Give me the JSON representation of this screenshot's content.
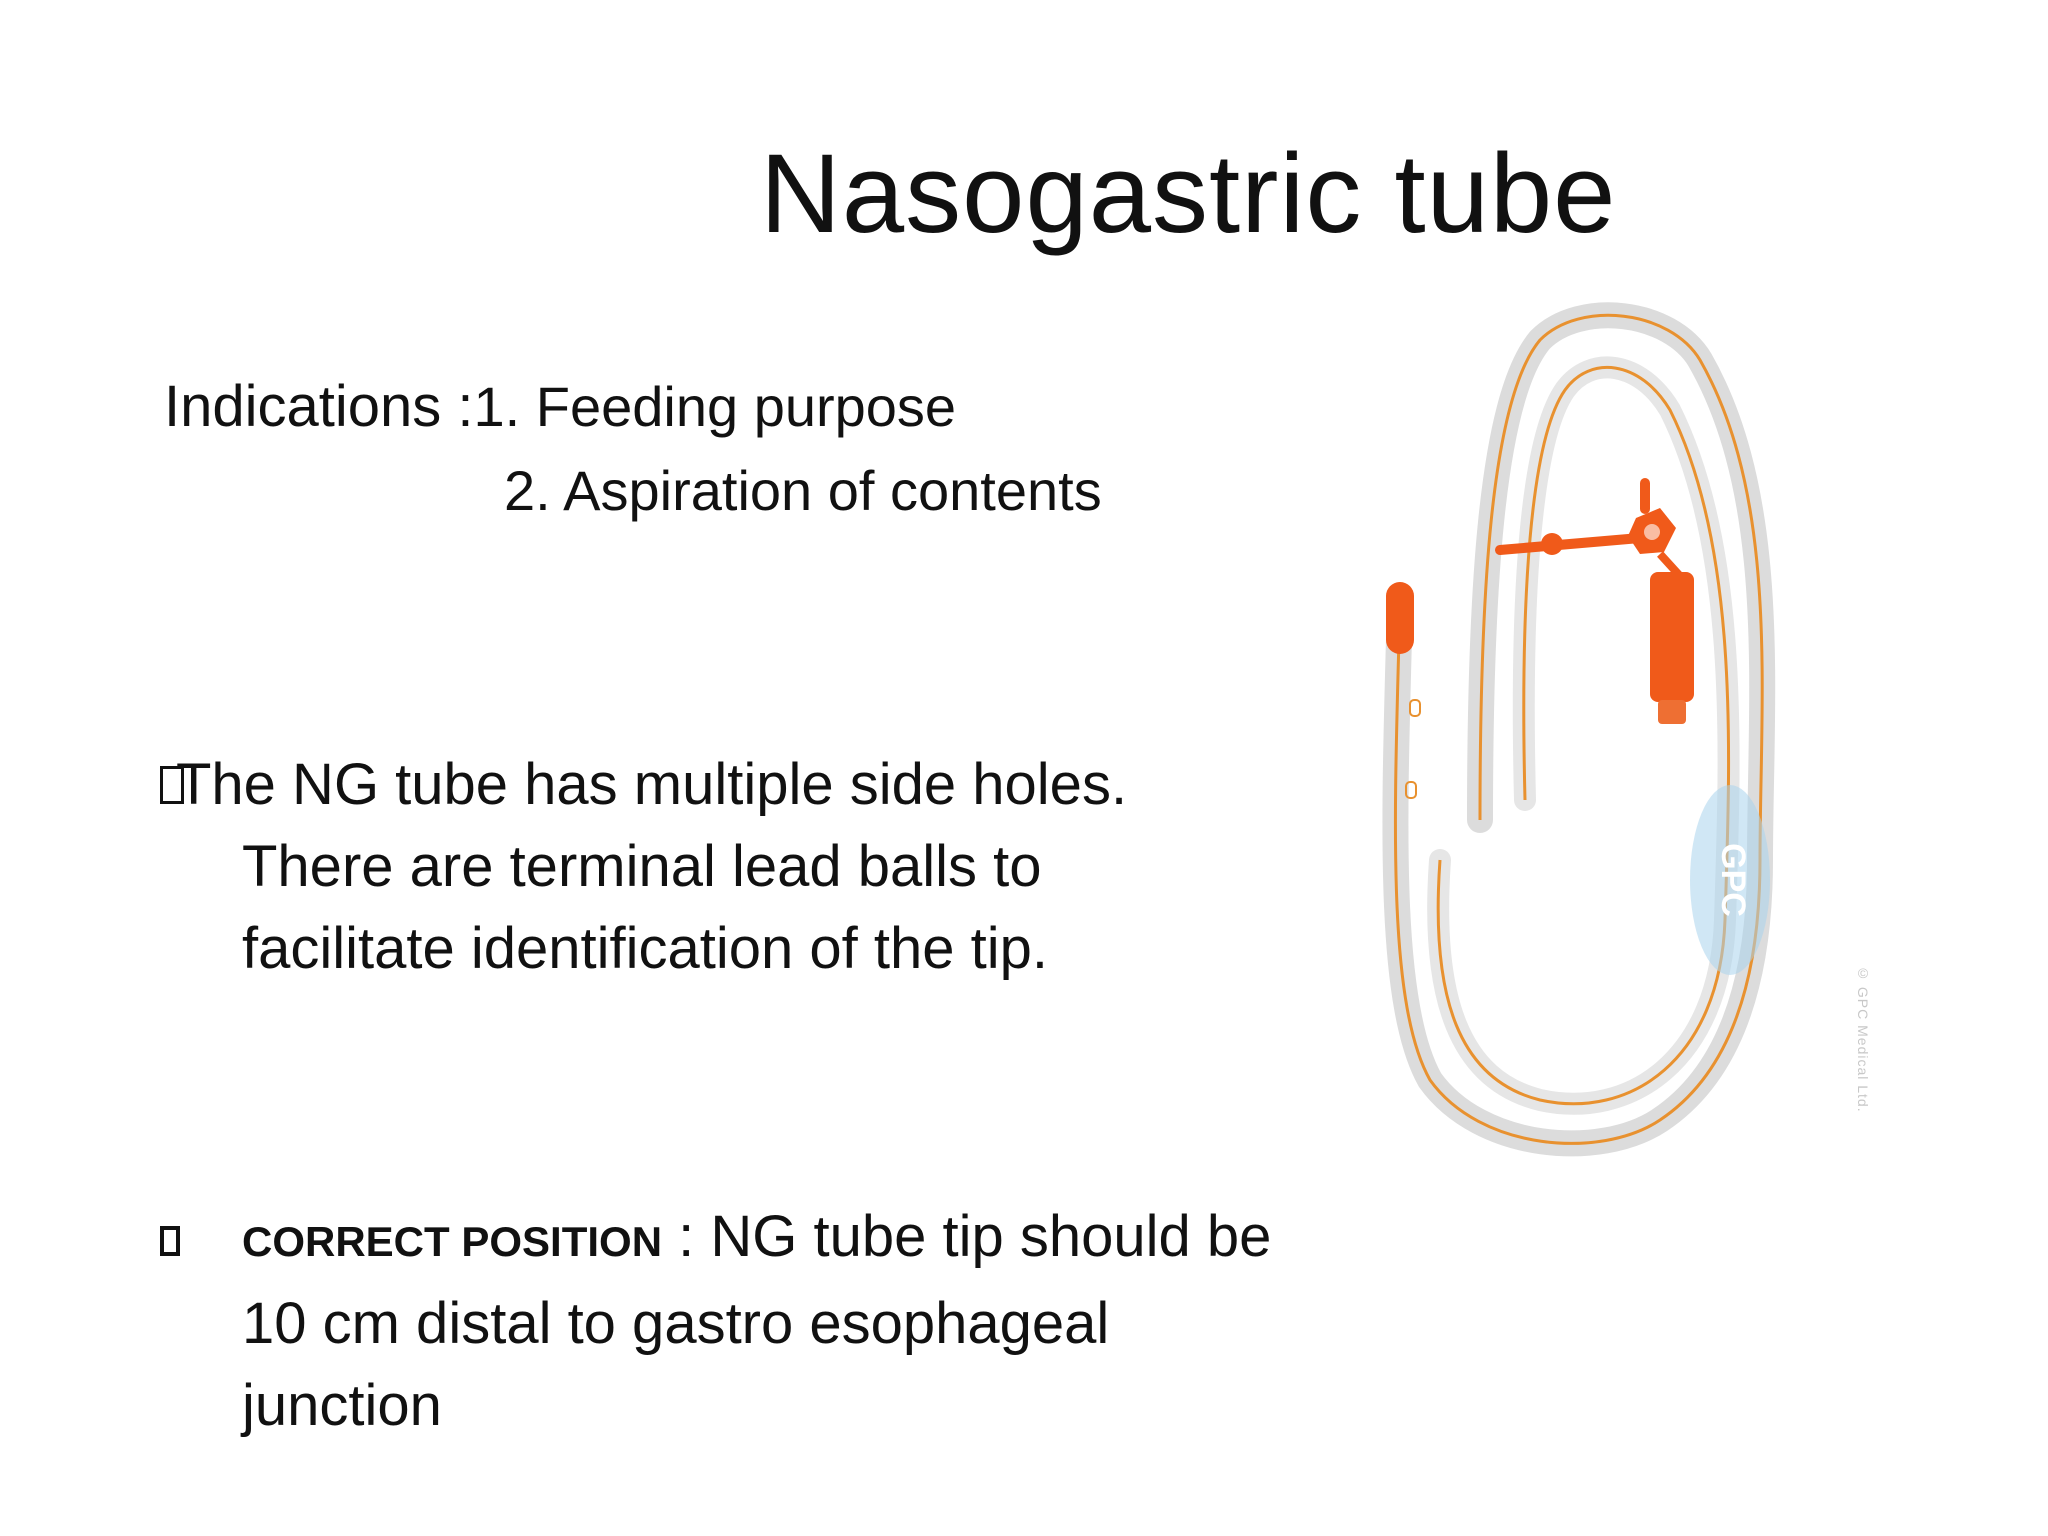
{
  "slide": {
    "title": "Nasogastric tube",
    "indications_label": "Indications :",
    "indications": [
      "1. Feeding purpose",
      "2. Aspiration of contents"
    ],
    "bullet_one": {
      "line1": "The NG tube has multiple side holes.",
      "line2": "There are terminal lead balls to",
      "line3": "facilitate identification of the tip."
    },
    "bullet_two": {
      "label": "CORRECT POSITION",
      "separator": " : ",
      "line1": "NG tube tip should be",
      "line2": "10 cm distal to gastro esophageal",
      "line3": "junction"
    },
    "image_watermark": "GPC",
    "image_credit": "© GPC Medical Ltd.",
    "colors": {
      "tube_orange": "#f05a1a",
      "tube_line": "#e8912f",
      "tube_clear": "#dcdcdc",
      "watermark_blue": "#a9d4ec"
    }
  }
}
